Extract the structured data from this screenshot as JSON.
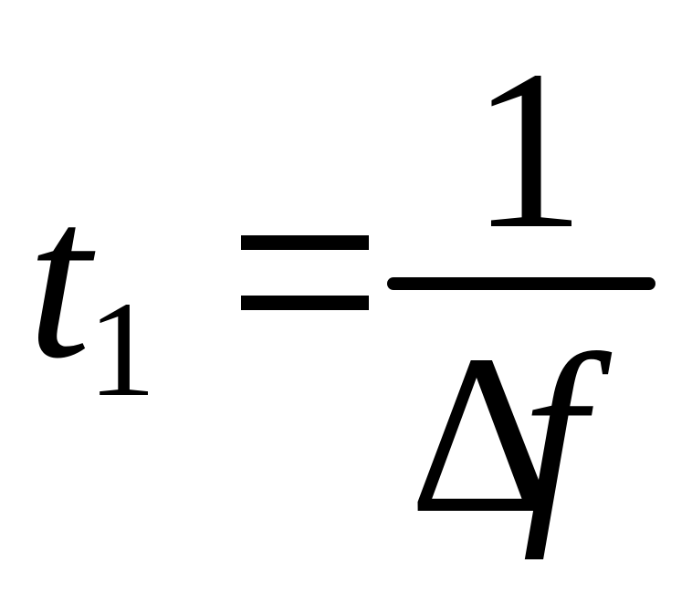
{
  "equation": {
    "lhs_variable": "t",
    "lhs_subscript": "1",
    "equals_sign": "=",
    "numerator": "1",
    "denominator_delta": "Δ",
    "denominator_variable": "f"
  }
}
